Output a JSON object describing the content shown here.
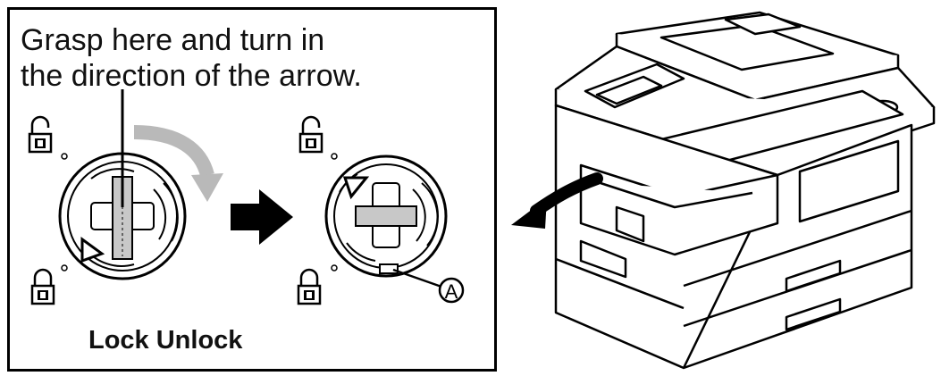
{
  "instruction": {
    "line1": "Grasp here and turn in",
    "line2": "the direction of the arrow."
  },
  "caption": "Lock Unlock",
  "callout_letter": "A",
  "icons": {
    "unlock": "padlock-open-icon",
    "lock": "padlock-closed-icon",
    "arrow": "right-arrow-icon"
  },
  "colors": {
    "line": "#000000",
    "rotation_arrow": "#b9b9b9",
    "grip_fill": "#c8c8c8",
    "background": "#ffffff"
  }
}
